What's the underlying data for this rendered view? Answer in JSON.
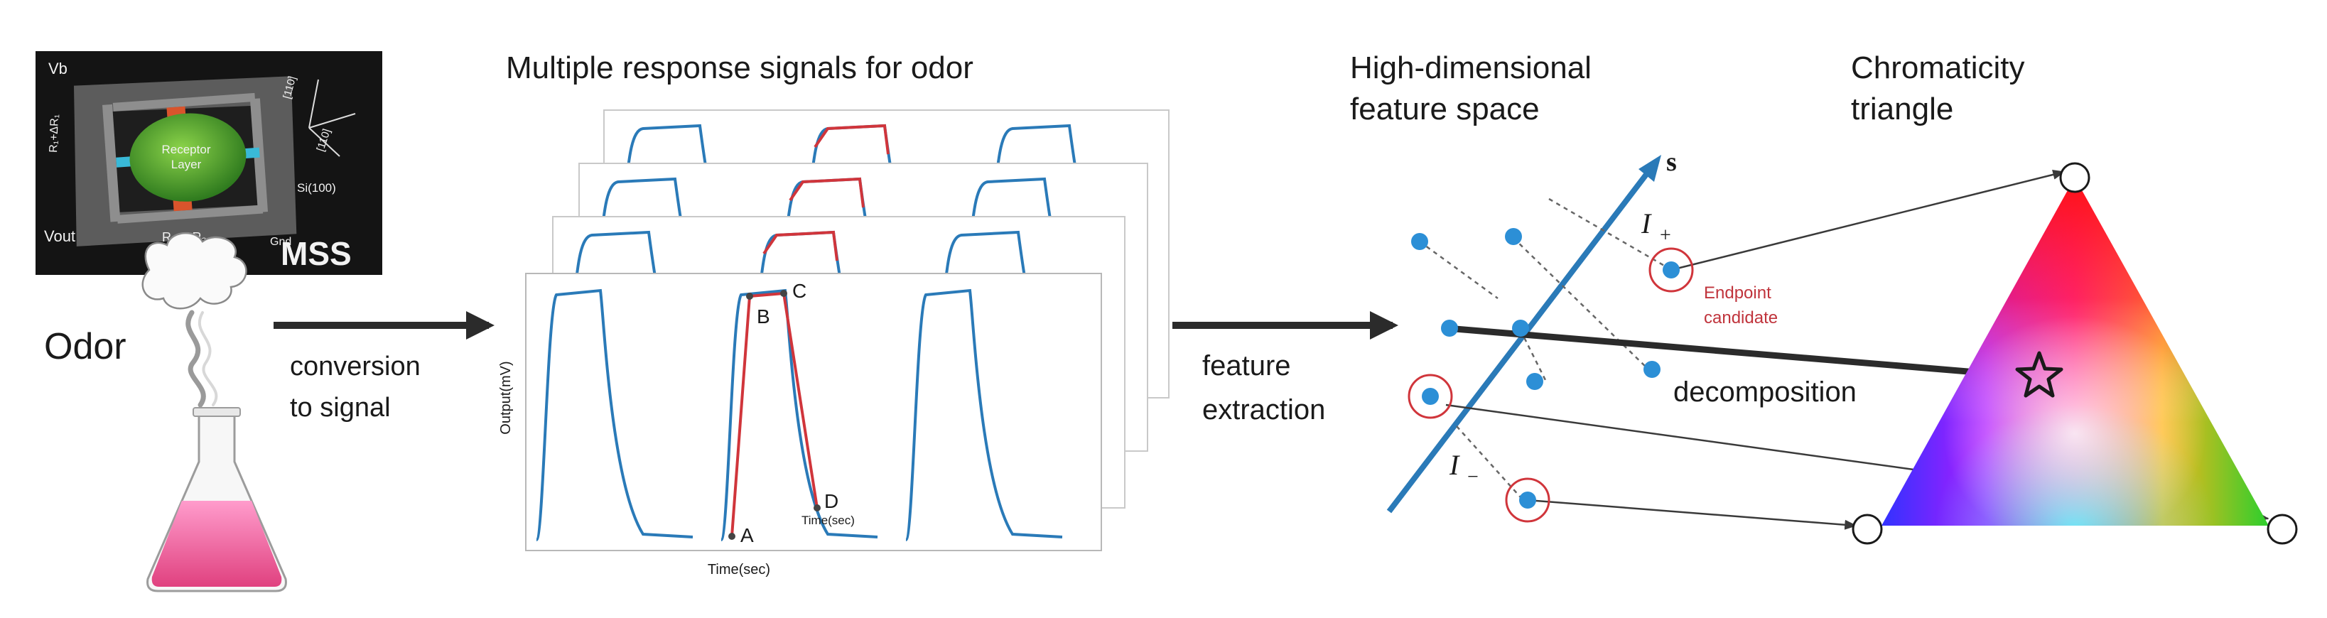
{
  "mss_panel": {
    "label": "MSS",
    "receptor_label_line1": "Receptor",
    "receptor_label_line2": "Layer",
    "vout": "Vout",
    "vb": "Vb",
    "r_bottom": "R₂+ΔR₂",
    "r_left": "R₁+ΔR₁",
    "crystal": "Si(100)",
    "direction_a": "[110]",
    "direction_b": "[110]",
    "gnd": "Gnd"
  },
  "left": {
    "odor": "Odor",
    "conversion_line1": "conversion",
    "conversion_line2": "to signal"
  },
  "signals": {
    "title": "Multiple response signals for odor",
    "ylabel": "Output(mV)",
    "xlabel": "Time(sec)",
    "points": [
      "A",
      "B",
      "C",
      "D"
    ],
    "ghost_label": "Time(sec)"
  },
  "feature": {
    "label_line1": "feature",
    "label_line2": "extraction"
  },
  "space": {
    "title_line1": "High-dimensional",
    "title_line2": "feature space",
    "axis_s": "s",
    "i_plus": "I",
    "i_plus_sub": "+",
    "i_minus": "I",
    "i_minus_sub": "−",
    "endpoint_line1": "Endpoint",
    "endpoint_line2": "candidate",
    "decomposition": "decomposition"
  },
  "triangle": {
    "title_line1": "Chromaticity",
    "title_line2": "triangle"
  },
  "colors": {
    "blue": "#2a7ab8",
    "dot": "#2c8fd6",
    "red": "#d0353b",
    "dark": "#2b2b2b"
  }
}
